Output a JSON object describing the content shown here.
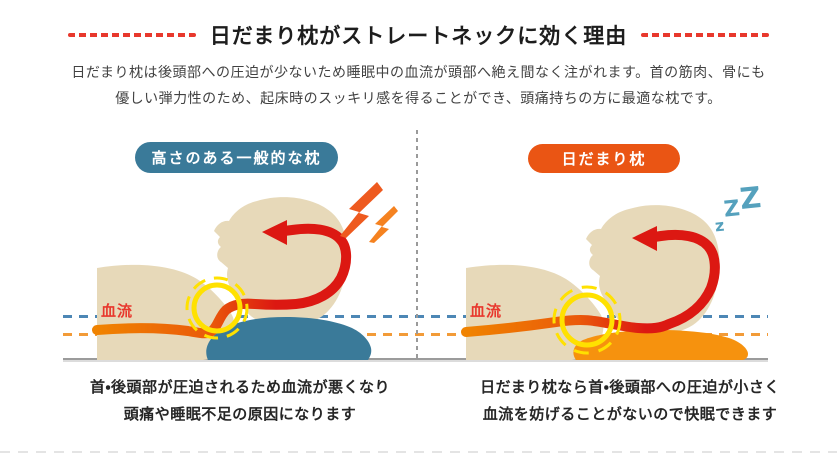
{
  "page": {
    "title": "日だまり枕がストレートネックに効く理由",
    "intro_line1": "日だまり枕は後頭部への圧迫が少ないため睡眠中の血流が頭部へ絶え間なく注がれます。首の筋肉、骨にも",
    "intro_line2": "優しい弾力性のため、起床時のスッキリ感を得ることができ、頭痛持ちの方に最適な枕です。"
  },
  "left_panel": {
    "badge": "高さのある一般的な枕",
    "blood_flow_label": "血流",
    "caption_line1": "首・後頭部が圧迫されるため血流が悪くなり",
    "caption_line2": "頭痛や睡眠不足の原因になります"
  },
  "right_panel": {
    "badge": "日だまり枕",
    "blood_flow_label": "血流",
    "sleep_z1": "z",
    "sleep_z2": "Z",
    "sleep_z3": "Z",
    "caption_line1": "日だまり枕なら首・後頭部への圧迫が小さく",
    "caption_line2": "血流を妨げることがないので快眠できます"
  },
  "colors": {
    "accent_red": "#e8382d",
    "badge_teal": "#3a7a99",
    "badge_orange": "#ea5514",
    "pillow_teal": "#3a7a99",
    "pillow_orange": "#f6920e",
    "skin": "#e7d9b9",
    "arrow_red": "#dc1812",
    "highlight_yellow": "#ffe100",
    "lightning_orange": "#ee5a1f",
    "lightning_orange_light": "#f58220",
    "line_blue": "#4d87b5",
    "line_orange": "#f29b38",
    "zzz_teal": "#55a1bd"
  }
}
